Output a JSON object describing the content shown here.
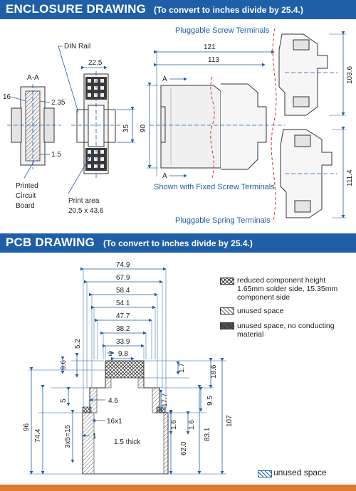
{
  "enclosure": {
    "title": "ENCLOSURE DRAWING",
    "subtitle": "(To convert to inches divide by 25.4.)",
    "labels": {
      "section": "A-A",
      "din_rail": "DIN Rail",
      "pcb_line1": "Printed",
      "pcb_line2": "Circuit",
      "pcb_line3": "Board",
      "print_area_line1": "Print area",
      "print_area_line2": "20.5 x 43.6",
      "section_marker": "A",
      "pluggable_screw": "Pluggable Screw Terminals",
      "fixed_screw": "Shown with Fixed Screw Terminals",
      "pluggable_spring": "Pluggable Spring Terminals"
    },
    "dims": {
      "d16": "16",
      "d235": "2.35",
      "d15": "1.5",
      "d225": "22.5",
      "d35": "35",
      "d90": "90",
      "d121": "121",
      "d113": "113",
      "d1036": "103.6",
      "d1114": "111.4"
    }
  },
  "pcb": {
    "title": "PCB DRAWING",
    "subtitle": "(To convert to inches divide by 25.4.)",
    "widths": [
      "74.9",
      "67.9",
      "58.4",
      "54.1",
      "47.7",
      "38.2",
      "33.9",
      "9.8"
    ],
    "dims": {
      "d1": "1",
      "d52": "5.2",
      "d96s": "9.6",
      "d5": "5",
      "d46": "4.6",
      "d16x1": "16x1",
      "d1b": "1",
      "d3x5": "3x5=15",
      "d744": "74.4",
      "d96": "96",
      "thick": "1.5 thick",
      "d17": "1.7",
      "d186": "18.6",
      "d177": "17.7",
      "d95": "9.5",
      "d16a": "1.6",
      "d16b": "1.6",
      "d620": "62.0",
      "d831": "83.1",
      "d107": "107"
    },
    "legend": {
      "reduced": "reduced component height 1.65mm solder side, 15.35mm component side",
      "unused": "unused space",
      "unused_nc": "unused space, no conducting material",
      "bottom_unused": "unused space"
    }
  },
  "colors": {
    "banner": "#1f5fa8",
    "dimension_line": "#1f5fa8",
    "break_line": "#d9302c",
    "footer": "#e07a2e"
  }
}
